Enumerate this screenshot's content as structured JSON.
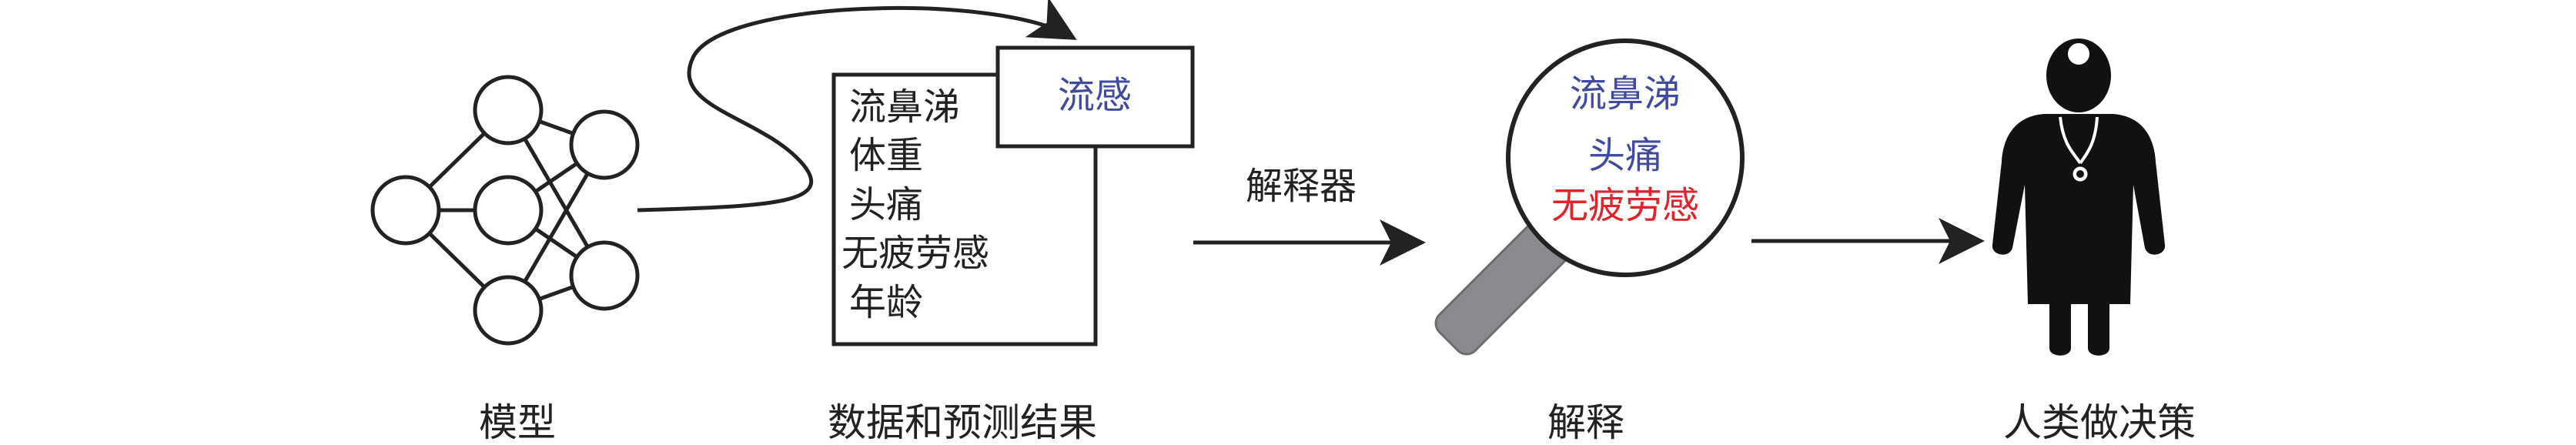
{
  "captions": {
    "model": "模型",
    "data_prediction": "数据和预测结果",
    "explanation": "解释",
    "human_decision": "人类做决策"
  },
  "symptoms": [
    "流鼻涕",
    "体重",
    "头痛",
    "无疲劳感",
    "年龄"
  ],
  "prediction": "流感",
  "explainer_label": "解释器",
  "explanation_items": [
    {
      "text": "流鼻涕",
      "color": "#3f4aa0"
    },
    {
      "text": "头痛",
      "color": "#3f4aa0"
    },
    {
      "text": "无疲劳感",
      "color": "#e0242b"
    }
  ],
  "colors": {
    "ink": "#222222",
    "magnifier_handle": "#8a8b8f",
    "doctor_silhouette": "#111111",
    "highlight_blue": "#3f4aa0",
    "highlight_red": "#e0242b"
  },
  "icons": [
    "neural-network-icon",
    "magnifier-icon",
    "doctor-icon",
    "arrow-icon"
  ]
}
